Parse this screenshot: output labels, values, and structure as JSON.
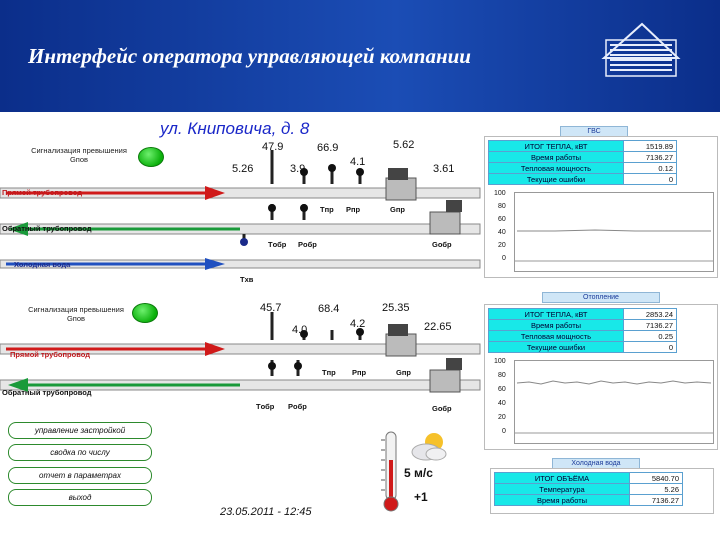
{
  "header": {
    "title": "Интерфейс оператора  управляющей компании"
  },
  "address": "ул. Книповича, д. 8",
  "top_schematic": {
    "alarm_label": "Сигнализация превышения Gпов",
    "supply_label": "Прямой трубопровод",
    "return_label": "Обратный трубопровод",
    "cold_water_label": "Холодная вода",
    "values": {
      "v1": "47.9",
      "v2": "66.9",
      "v3": "5.62",
      "v4": "5.26",
      "v5": "3.9",
      "v6": "4.1",
      "v7": "3.61"
    },
    "tags": {
      "tpr": "Tпр",
      "ppr": "Pпр",
      "gpr": "Gпр",
      "tobr": "Tобр",
      "pobr": "Pобр",
      "gobr": "Gобр",
      "txv": "Tхв"
    }
  },
  "bottom_schematic": {
    "alarm_label": "Сигнализация превышения Gпов",
    "supply_label": "Прямой трубопровод",
    "return_label": "Обратный трубопровод",
    "values": {
      "v1": "45.7",
      "v2": "68.4",
      "v3": "25.35",
      "v4": "4.0",
      "v5": "4.2",
      "v6": "22.65"
    },
    "tags": {
      "tpr": "Tпр",
      "ppr": "Pпр",
      "gpr": "Gпр",
      "tobr": "Tобр",
      "pobr": "Pобр",
      "gobr": "Gобр"
    }
  },
  "gvs_panel": {
    "title": "ГВС",
    "rows": [
      {
        "key": "ИТОГ ТЕПЛА, кВТ",
        "value": "1519.89"
      },
      {
        "key": "Время работы",
        "value": "7136.27"
      },
      {
        "key": "Тепловая мощность",
        "value": "0.12"
      },
      {
        "key": "Текущие ошибки",
        "value": "0"
      }
    ],
    "y_ticks": [
      "100",
      "80",
      "60",
      "40",
      "20",
      "0"
    ]
  },
  "heating_panel": {
    "title": "Отопление",
    "rows": [
      {
        "key": "ИТОГ ТЕПЛА, кВТ",
        "value": "2853.24"
      },
      {
        "key": "Время работы",
        "value": "7136.27"
      },
      {
        "key": "Тепловая мощность",
        "value": "0.25"
      },
      {
        "key": "Текущие ошибки",
        "value": "0"
      }
    ],
    "y_ticks": [
      "100",
      "80",
      "60",
      "40",
      "20",
      "0"
    ]
  },
  "cold_panel": {
    "title": "Холодная вода",
    "rows": [
      {
        "key": "ИТОГ ОБЪЁМА",
        "value": "5840.70"
      },
      {
        "key": "Температура",
        "value": "5.26"
      },
      {
        "key": "Время работы",
        "value": "7136.27"
      }
    ]
  },
  "buttons": {
    "control": "управление застройкой",
    "summary": "сводка по числу",
    "report": "отчет в параметрах",
    "exit": "выход"
  },
  "weather": {
    "wind": "5 м/с",
    "temp": "+1"
  },
  "datetime": "23.05.2011 - 12:45",
  "colors": {
    "header": "#1b4db5",
    "supply": "#d01a1a",
    "return": "#1a9a3a",
    "cold": "#2050c0",
    "table_key": "#18e8e8",
    "lamp": "#0bb00b"
  }
}
